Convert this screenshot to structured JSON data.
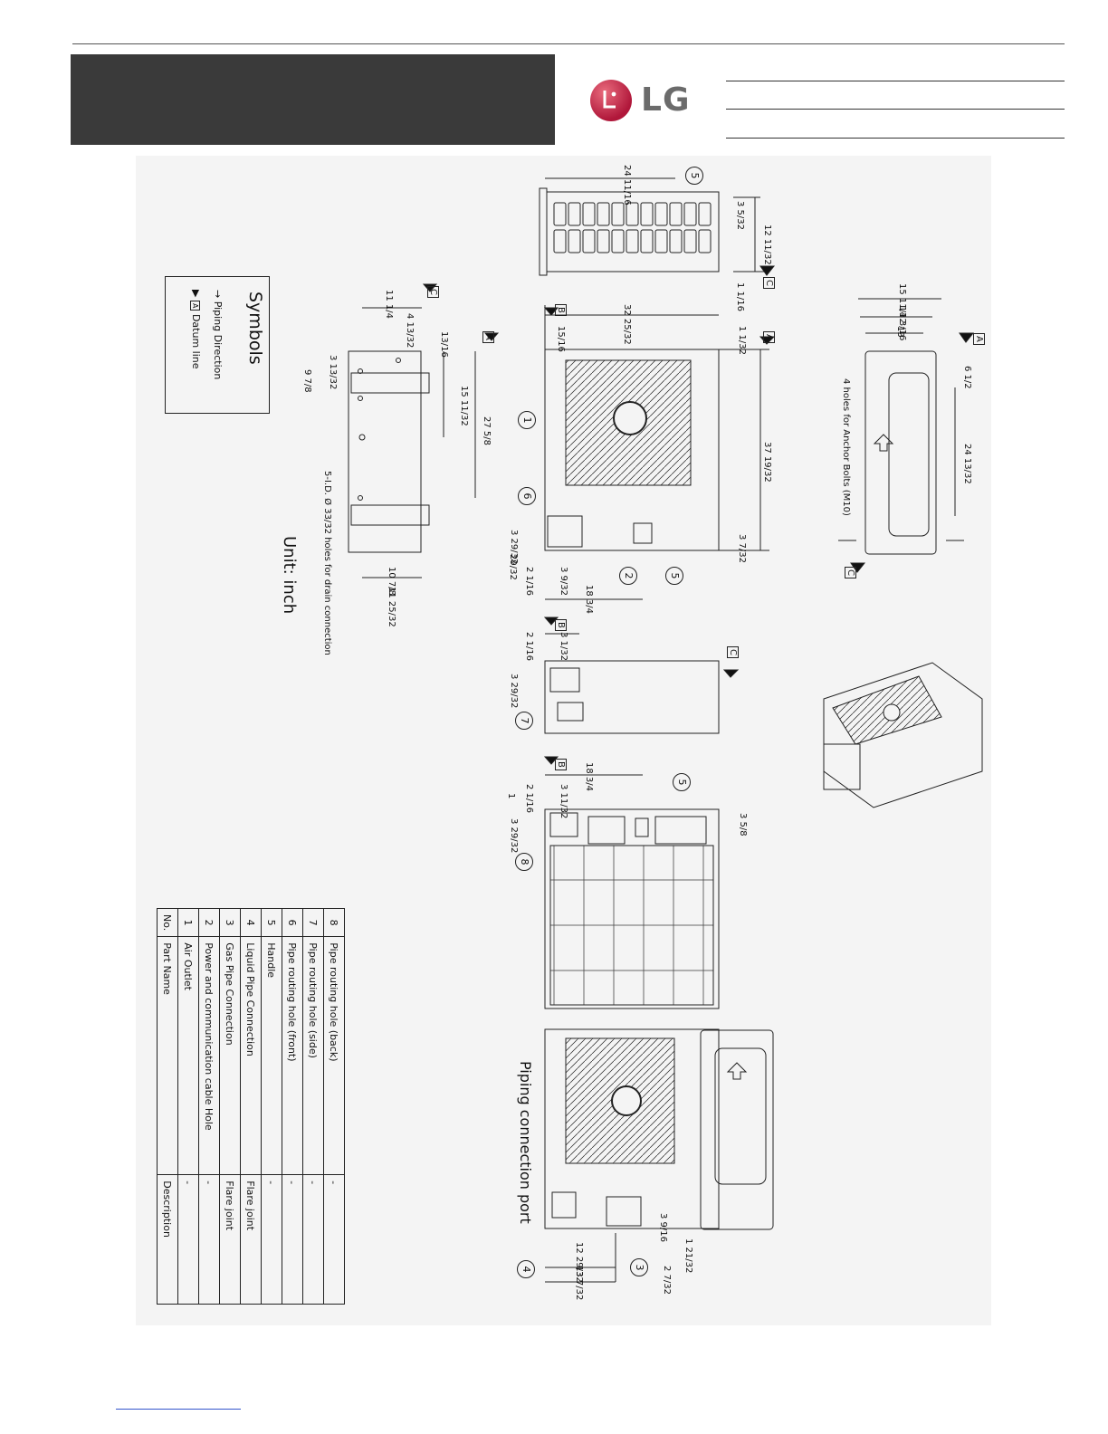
{
  "header": {
    "logo_text": "LG"
  },
  "drawing": {
    "unit_label": "Unit: inch",
    "drain_note": "5-I.D. Ø 33/32 holes for drain connection",
    "anchor_note": "4 holes for Anchor Bolts (M10)",
    "piping_port_label": "Piping connection port",
    "symbols": {
      "title": "Symbols",
      "piping_direction": "Piping Direction",
      "datum_line": "Datum line",
      "datum_mark": "A"
    },
    "datum_marks": [
      "A",
      "B",
      "C"
    ],
    "dimensions": {
      "top_width": "24 11/16",
      "top_right_a": "3 5/32",
      "top_right_b": "12 11/32",
      "top_right_c": "1 1/16",
      "front_width": "32 25/32",
      "front_left": "15/16",
      "front_right": "1 1/32",
      "front_height": "37 19/32",
      "front_bottom_right": "3 7/32",
      "front_bottom_a": "3 29/32",
      "front_bottom_b": "2 1/16",
      "front_bottom_c": "3 9/32",
      "front_bottom_d": "18 3/4",
      "front_bottom_e": "29/32",
      "base_a": "11 1/4",
      "base_b": "4 13/32",
      "base_c": "13/16",
      "base_d": "3 13/32",
      "base_e": "9 7/8",
      "base_f": "15 11/32",
      "base_g": "27 5/8",
      "base_h": "10 7/8",
      "base_i": "11 25/32",
      "side_a": "15 11/32",
      "side_b": "14 3/16",
      "side_c": "13",
      "side_d": "6 1/2",
      "side_e": "24 13/32",
      "side2_a": "2 1/16",
      "side2_b": "3 1/32",
      "side2_c": "3 29/32",
      "rear_a": "18 3/4",
      "rear_b": "2 1/16",
      "rear_c": "3 11/32",
      "rear_d": "1",
      "rear_e": "3 29/32",
      "rear_f": "3 5/8",
      "port_a": "12 29/32",
      "port_b": "13 7/32",
      "port_c": "3 9/16",
      "port_d": "1 21/32",
      "port_e": "2 7/32"
    },
    "callouts": [
      "1",
      "2",
      "3",
      "4",
      "5",
      "6",
      "7",
      "8"
    ]
  },
  "parts_table": {
    "headers": [
      "No.",
      "Part Name",
      "Description"
    ],
    "rows": [
      {
        "no": "1",
        "name": "Air Outlet",
        "desc": "-"
      },
      {
        "no": "2",
        "name": "Power and communication cable Hole",
        "desc": "-"
      },
      {
        "no": "3",
        "name": "Gas Pipe Connection",
        "desc": "Flare joint"
      },
      {
        "no": "4",
        "name": "Liquid Pipe Connection",
        "desc": "Flare joint"
      },
      {
        "no": "5",
        "name": "Handle",
        "desc": "-"
      },
      {
        "no": "6",
        "name": "Pipe routing hole (front)",
        "desc": "-"
      },
      {
        "no": "7",
        "name": "Pipe routing hole (side)",
        "desc": "-"
      },
      {
        "no": "8",
        "name": "Pipe routing hole (back)",
        "desc": "-"
      }
    ]
  },
  "colors": {
    "title_block": "#3a3a3a",
    "logo_red": "#b0173a",
    "logo_gray": "#6b6b6b",
    "drawing_bg": "#f4f4f4"
  }
}
